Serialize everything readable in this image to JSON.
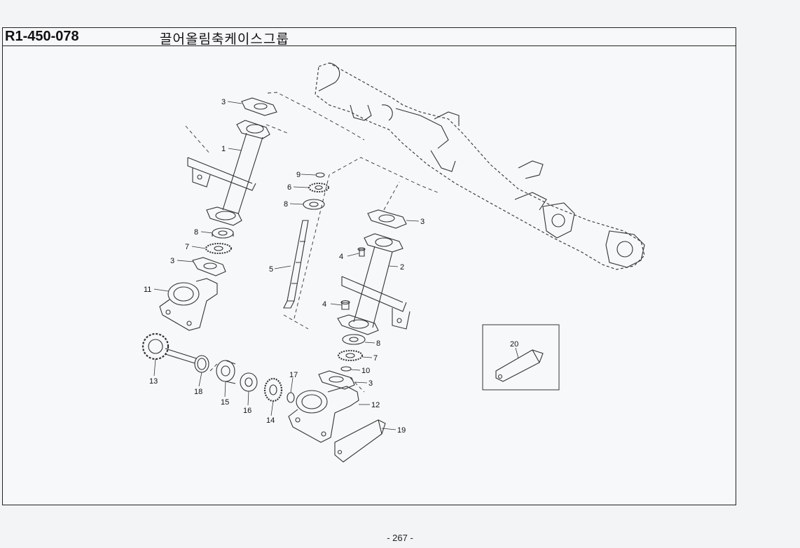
{
  "header": {
    "code": "R1-450-078",
    "title": "끌어올림축케이스그룹"
  },
  "parts": [
    {
      "id": "p1",
      "label": "1"
    },
    {
      "id": "p2",
      "label": "2"
    },
    {
      "id": "p3a",
      "label": "3"
    },
    {
      "id": "p3b",
      "label": "3"
    },
    {
      "id": "p3c",
      "label": "3"
    },
    {
      "id": "p3d",
      "label": "3"
    },
    {
      "id": "p4a",
      "label": "4"
    },
    {
      "id": "p4b",
      "label": "4"
    },
    {
      "id": "p5",
      "label": "5"
    },
    {
      "id": "p6",
      "label": "6"
    },
    {
      "id": "p7a",
      "label": "7"
    },
    {
      "id": "p7b",
      "label": "7"
    },
    {
      "id": "p8a",
      "label": "8"
    },
    {
      "id": "p8b",
      "label": "8"
    },
    {
      "id": "p8c",
      "label": "8"
    },
    {
      "id": "p9",
      "label": "9"
    },
    {
      "id": "p10",
      "label": "10"
    },
    {
      "id": "p11",
      "label": "11"
    },
    {
      "id": "p12",
      "label": "12"
    },
    {
      "id": "p13",
      "label": "13"
    },
    {
      "id": "p14",
      "label": "14"
    },
    {
      "id": "p15",
      "label": "15"
    },
    {
      "id": "p16",
      "label": "16"
    },
    {
      "id": "p17",
      "label": "17"
    },
    {
      "id": "p18",
      "label": "18"
    },
    {
      "id": "p19",
      "label": "19"
    },
    {
      "id": "p20",
      "label": "20"
    }
  ],
  "footer": {
    "page_number": "- 267 -"
  }
}
